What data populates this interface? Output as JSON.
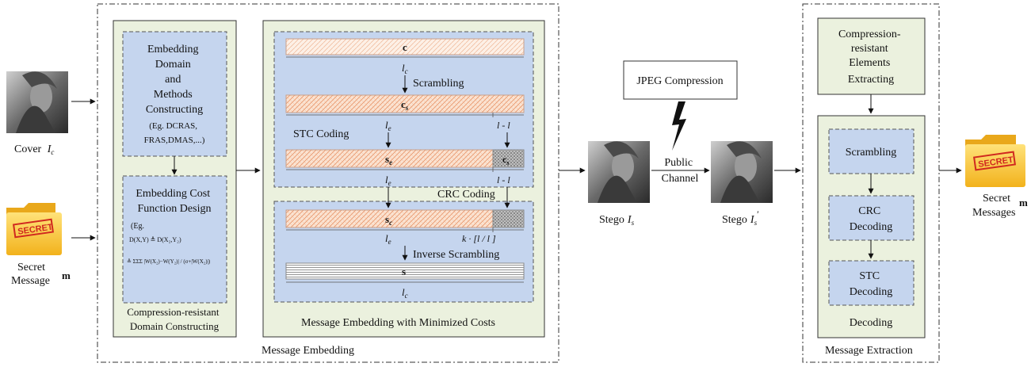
{
  "colors": {
    "green_fill": "#ebf1de",
    "blue_fill": "#c5d5ee",
    "orange_hatch": "#f4b183",
    "grey_block": "#a6a6a6",
    "dash_border": "#333333"
  },
  "icons": {
    "cover_image": "portrait-photo-icon",
    "secret_folder": "secret-folder-icon",
    "lightning": "lightning-bolt-icon"
  },
  "left": {
    "cover_label": "Cover",
    "cover_symbol": "I",
    "cover_symbol_sub": "c",
    "secret_label_1": "Secret",
    "secret_label_2": "Message",
    "secret_symbol": "m",
    "folder_stamp": "SECRET"
  },
  "embedding": {
    "outer_label": "Message Embedding",
    "domain_panel_label_1": "Compression-resistant",
    "domain_panel_label_2": "Domain Constructing",
    "box1_lines": [
      "Embedding",
      "Domain",
      "and",
      "Methods",
      "Constructing"
    ],
    "box1_example_1": "(Eg. DCRAS,",
    "box1_example_2": "FRAS,DMAS,...)",
    "box2_lines": [
      "Embedding Cost",
      "Function Design"
    ],
    "box2_example": "(Eg.",
    "box2_formula_1": "D(X,Y) ≜ D(X₂,Y₂)",
    "box2_formula_2": "≜ ΣΣΣ |W(X₂)−W(Y₂)| / (σ+|W(X₂)|)",
    "mem_panel_label": "Message Embedding with Minimized Costs",
    "c_label": "c",
    "lc_1": "l",
    "lc_sub": "c",
    "scrambling": "Scrambling",
    "cs_label": "c",
    "cs_sub": "s",
    "stc_coding": "STC Coding",
    "le_1": "l",
    "le_sub": "e",
    "lc_minus_le": "l  - l",
    "se_label": "s",
    "se_sub": "e",
    "cs_small": "c",
    "crc_coding": "CRC Coding",
    "sc_label": "s",
    "sc_sub": "c",
    "k_formula": "k · [l / l ]",
    "inverse_scrambling": "Inverse Scrambling",
    "s_label": "s"
  },
  "channel": {
    "jpeg": "JPEG Compression",
    "public_1": "Public",
    "public_2": "Channel",
    "stego_label": "Stego",
    "stego_symbol": "I",
    "stego_sub": "s",
    "stego2_label": "Stego",
    "stego2_symbol": "I",
    "stego2_sub": "s",
    "stego2_prime": "′"
  },
  "extraction": {
    "outer_label": "Message Extraction",
    "extract_lines": [
      "Compression-",
      "resistant",
      "Elements",
      "Extracting"
    ],
    "scrambling": "Scrambling",
    "crc_1": "CRC",
    "crc_2": "Decoding",
    "stc_1": "STC",
    "stc_2": "Decoding",
    "decoding": "Decoding"
  },
  "right": {
    "secret_label_1": "Secret",
    "secret_label_2": "Messages",
    "secret_symbol": "m",
    "folder_stamp": "SECRET"
  }
}
